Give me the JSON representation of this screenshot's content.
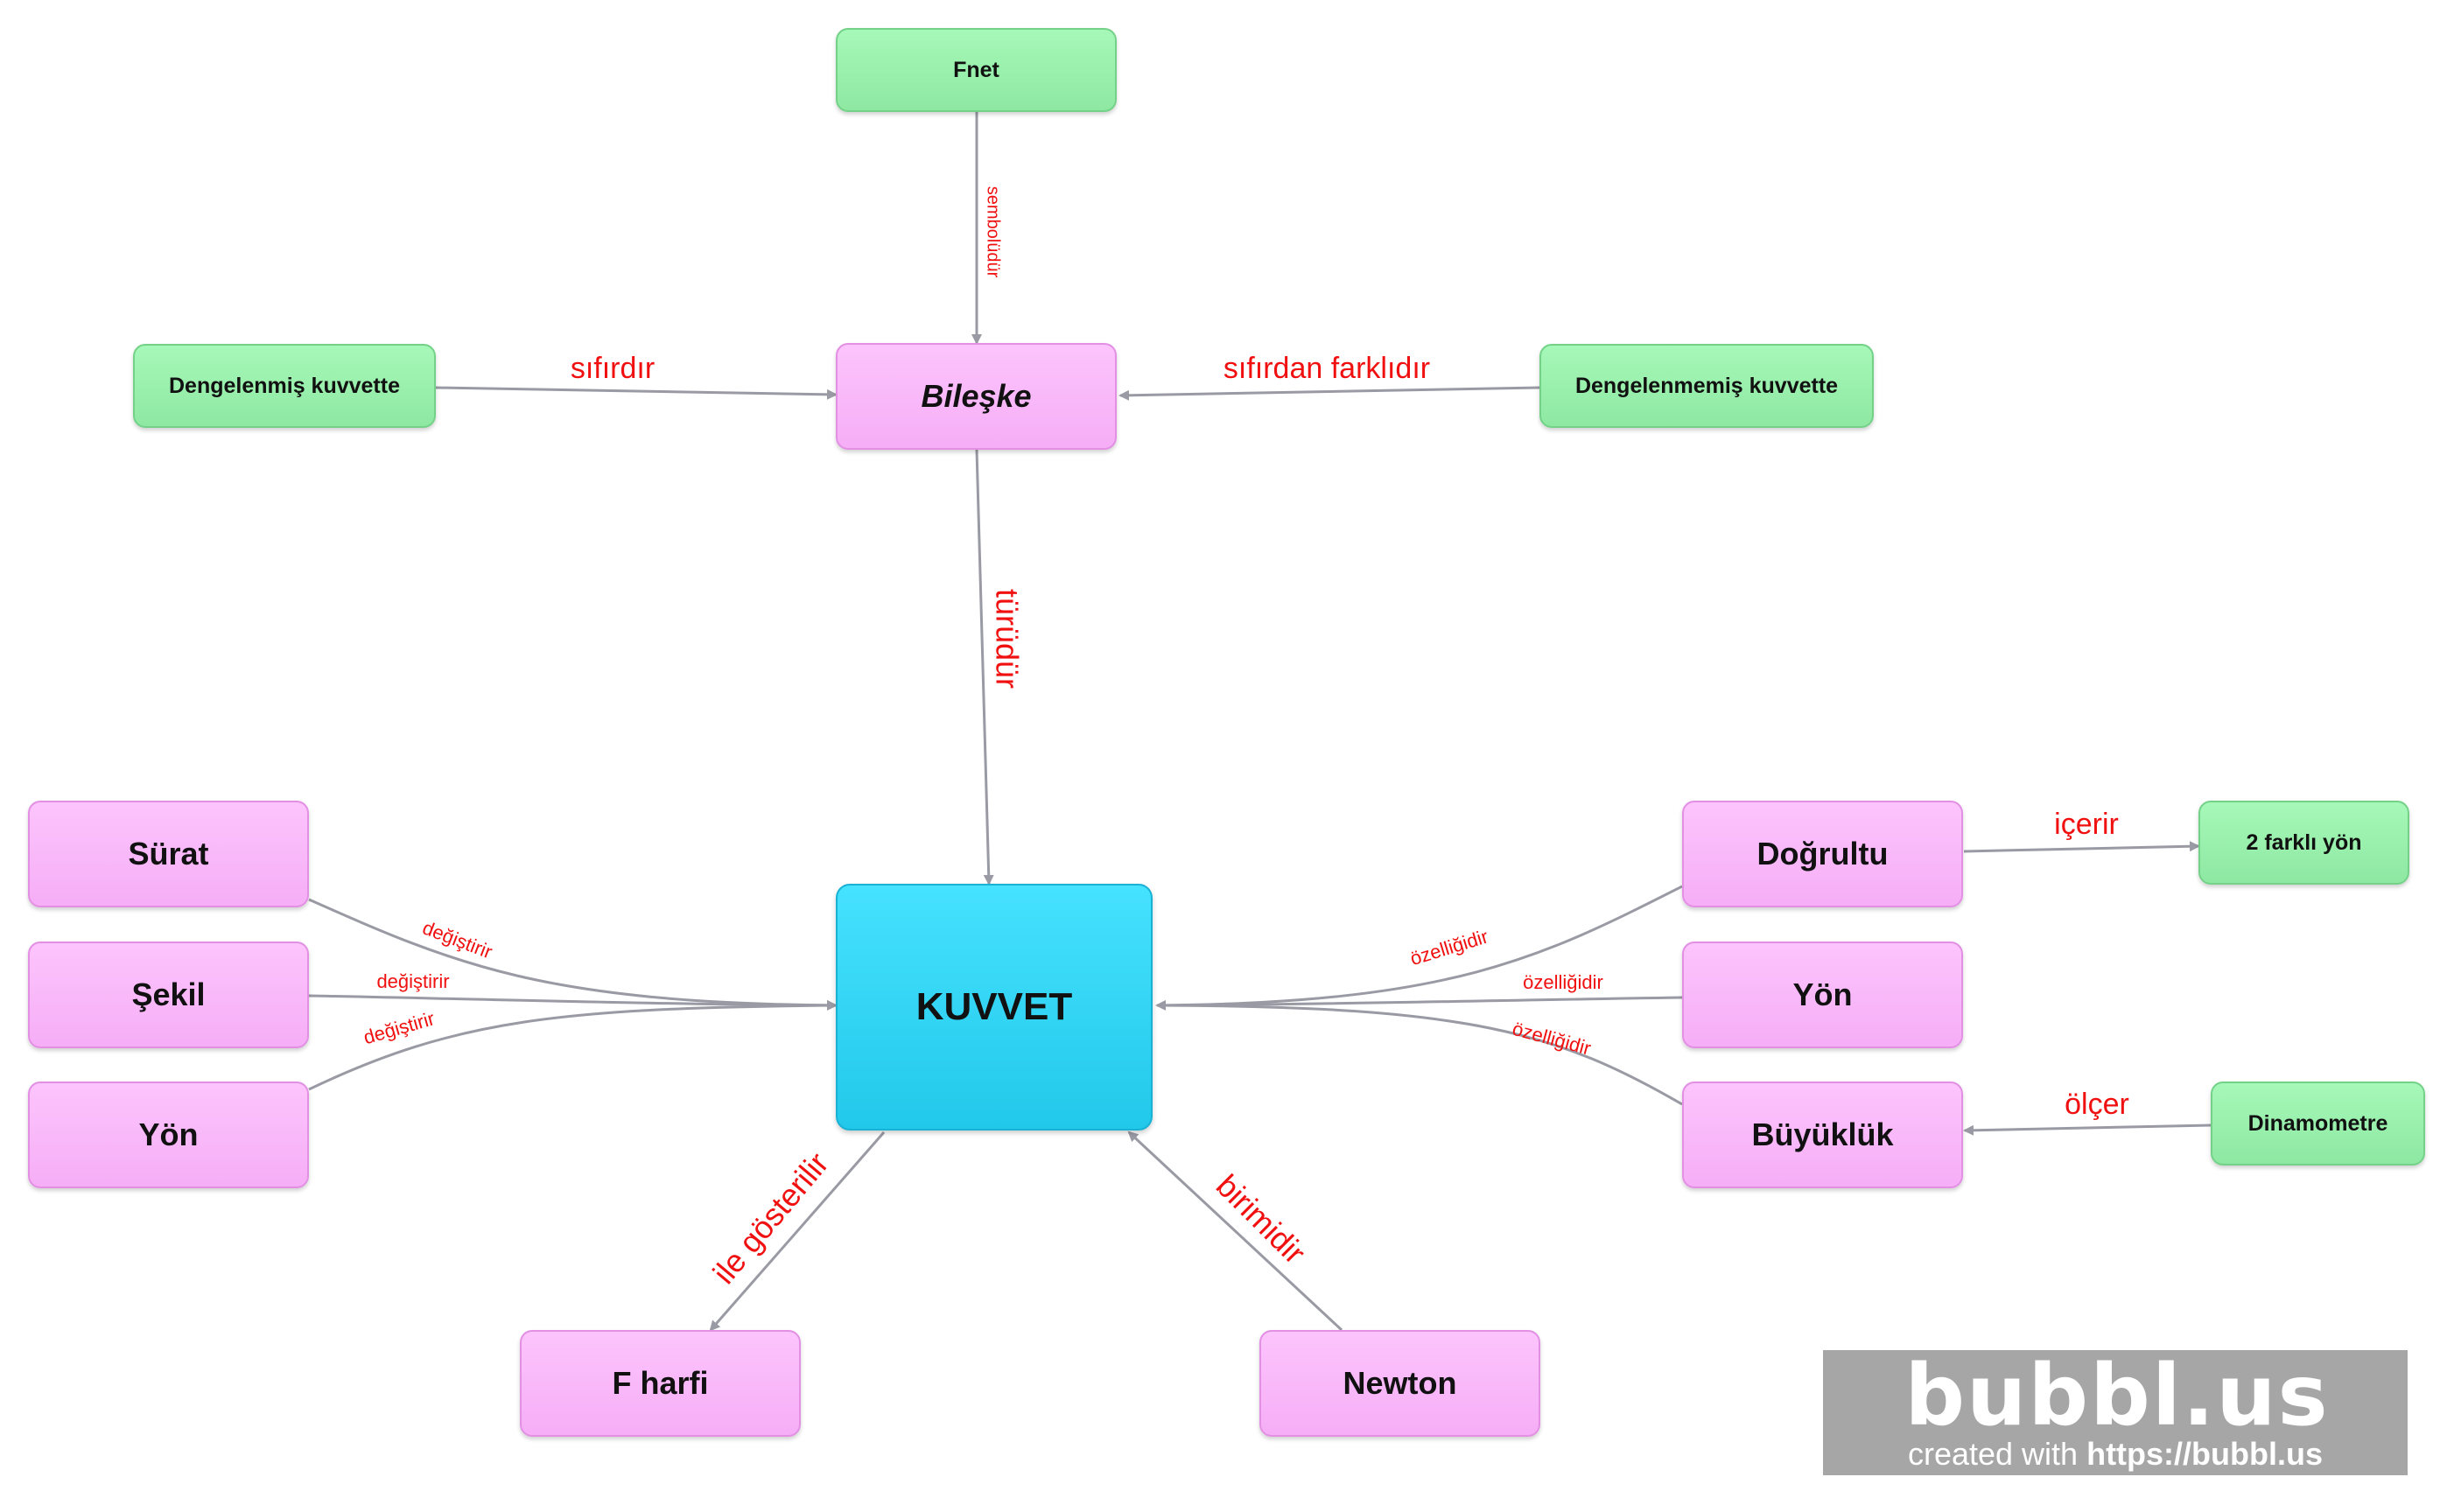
{
  "nodes": {
    "fnet": "Fnet",
    "bileske": "Bileşke",
    "dengelenmis": "Dengelenmiş kuvvette",
    "dengelenmemis": "Dengelenmemiş kuvvette",
    "kuvvet": "KUVVET",
    "surat": "Sürat",
    "sekil": "Şekil",
    "yon_left": "Yön",
    "dogrultu": "Doğrultu",
    "yon_right": "Yön",
    "buyukluk": "Büyüklük",
    "iki_farkli_yon": "2 farklı yön",
    "dinamometre": "Dinamometre",
    "f_harfi": "F harfi",
    "newton": "Newton"
  },
  "edge_labels": {
    "semboludur": "sembolüdür",
    "sifirdir": "sıfırdır",
    "sifirdan_farklidir": "sıfırdan farklıdır",
    "turudur": "türüdür",
    "degistirir_1": "değiştirir",
    "degistirir_2": "değiştirir",
    "degistirir_3": "değiştirir",
    "ozelligidir_1": "özelliğidir",
    "ozelligidir_2": "özelliğidir",
    "ozelligidir_3": "özelliğidir",
    "icerir": "içerir",
    "olcer": "ölçer",
    "ile_gosterilir": "ile gösterilir",
    "birimidir": "birimidir"
  },
  "watermark": {
    "logo": "bubbl.us",
    "created_prefix": "created with ",
    "created_url": "https://bubbl.us"
  },
  "colors": {
    "pink_node": "#f9b8f9",
    "green_node": "#96ecaa",
    "center_node": "#36d6f6",
    "edge": "#999aa4",
    "edge_label": "#f01010"
  }
}
